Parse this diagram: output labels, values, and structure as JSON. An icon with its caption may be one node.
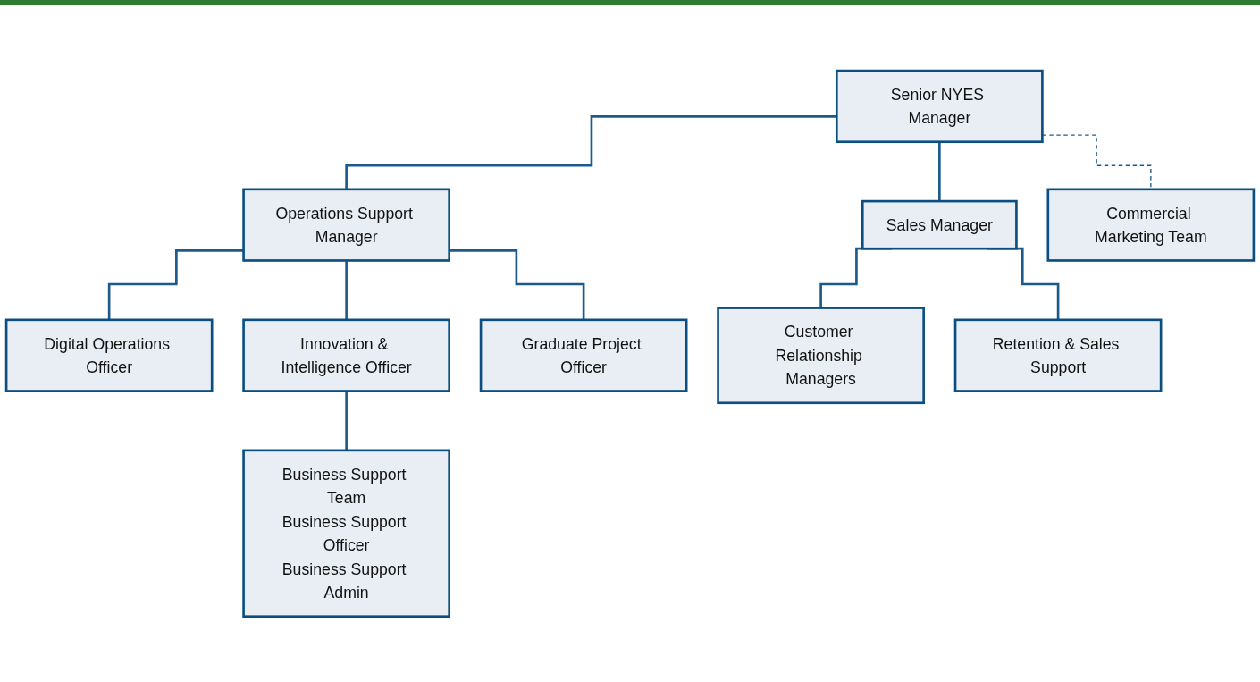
{
  "diagram": {
    "nodes": [
      {
        "text": [
          "Senior NYES Manager"
        ]
      },
      {
        "text": [
          "Operations Support Manager"
        ]
      },
      {
        "text": [
          "Sales Manager"
        ]
      },
      {
        "text": [
          "Digital Operations Officer"
        ]
      },
      {
        "text": [
          "Innovation & Intelligence Officer"
        ]
      },
      {
        "text": [
          "Graduate Project Officer"
        ]
      },
      {
        "text": [
          "Customer Relationship Managers"
        ]
      },
      {
        "text": [
          "Retention & Sales Support"
        ]
      },
      {
        "text": [
          "Commercial Marketing Team"
        ]
      },
      {
        "text": [
          "Business Support Team",
          "Business Support Officer",
          "Business Support Admin"
        ]
      }
    ],
    "edges": [
      {
        "from": 0,
        "to": 1,
        "arrow": "none"
      },
      {
        "from": 0,
        "to": 2,
        "arrow": "none"
      },
      {
        "from": 1,
        "to": 3,
        "arrow": "none"
      },
      {
        "from": 1,
        "to": 4,
        "arrow": "none"
      },
      {
        "from": 1,
        "to": 5,
        "arrow": "none"
      },
      {
        "from": 2,
        "to": 6,
        "arrow": "none"
      },
      {
        "from": 2,
        "to": 7,
        "arrow": "none"
      },
      {
        "from": 4,
        "to": 9,
        "arrow": "none"
      },
      {
        "from": 0,
        "to": 8,
        "arrow": "none",
        "style": "dashed"
      }
    ]
  }
}
